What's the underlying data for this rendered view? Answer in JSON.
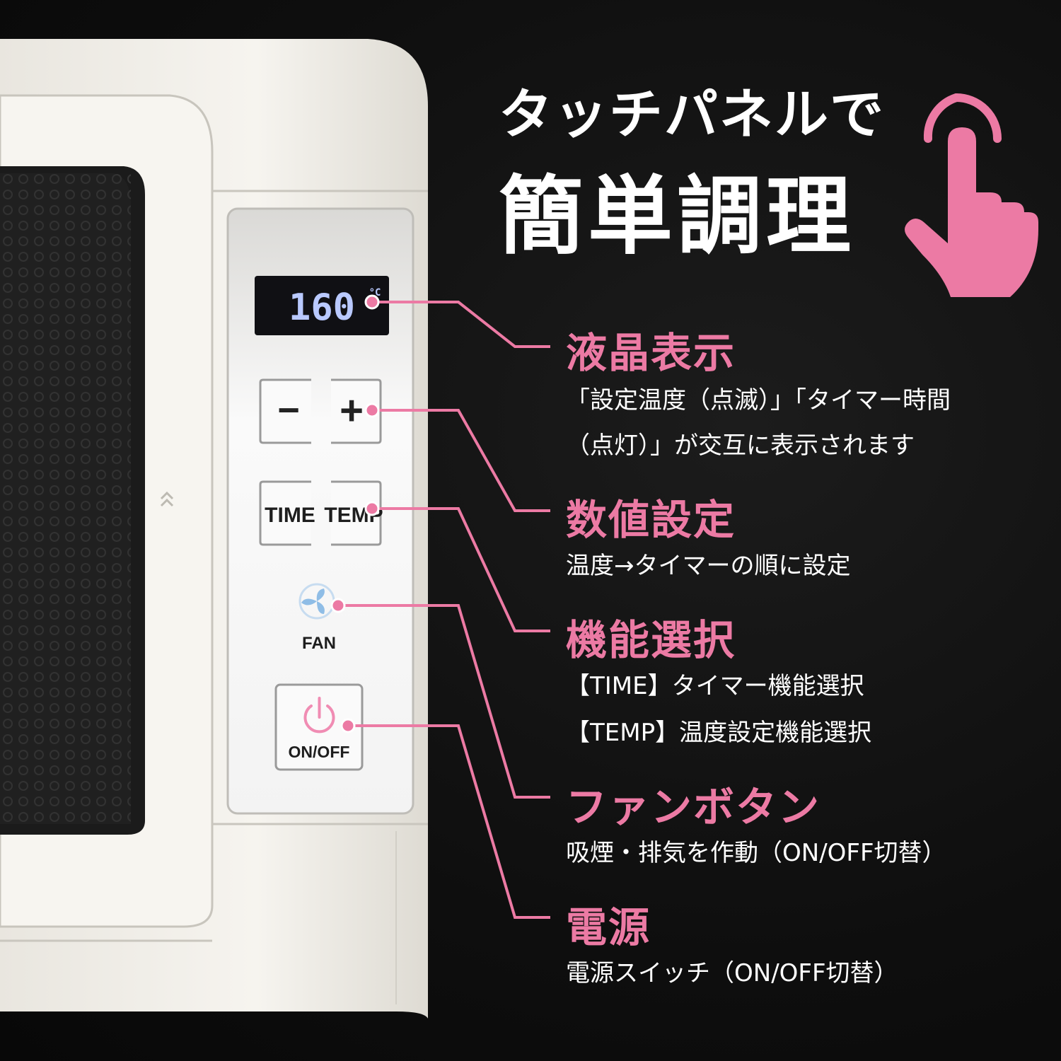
{
  "headline": {
    "line1": "タッチパネルで",
    "line2": "簡単調理"
  },
  "panel": {
    "lcd_value": "160",
    "lcd_unit": "°C",
    "minus_symbol": "−",
    "plus_symbol": "+",
    "time_label": "TIME",
    "temp_label": "TEMP",
    "fan_label": "FAN",
    "power_label": "ON/OFF"
  },
  "features": [
    {
      "title": "液晶表示",
      "desc": [
        "「設定温度（点滅）」「タイマー時間",
        "（点灯）」が交互に表示されます"
      ]
    },
    {
      "title": "数値設定",
      "desc": [
        "温度→タイマーの順に設定"
      ]
    },
    {
      "title": "機能選択",
      "desc": [
        "【TIME】タイマー機能選択",
        "【TEMP】温度設定機能選択"
      ]
    },
    {
      "title": "ファンボタン",
      "desc": [
        "吸煙・排気を作動（ON/OFF切替）"
      ]
    },
    {
      "title": "電源",
      "desc": [
        "電源スイッチ（ON/OFF切替）"
      ]
    }
  ],
  "colors": {
    "accent": "#ec7aa4",
    "background": "#0e0e0e",
    "appliance_body": "#f2f0ea",
    "lcd_background": "#101014",
    "lcd_text": "#b9c9ff"
  },
  "icons": {
    "tap": "hand-pointer-icon",
    "fan": "fan-icon",
    "power": "power-icon"
  }
}
